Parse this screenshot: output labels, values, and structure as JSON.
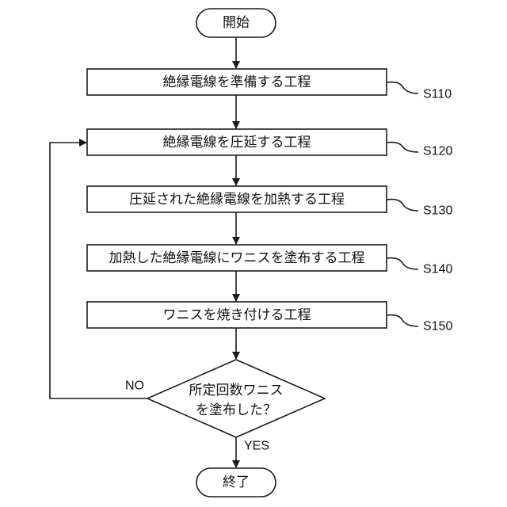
{
  "flowchart": {
    "start": "開始",
    "end": "終了",
    "steps": [
      {
        "label": "絶縁電線を準備する工程",
        "code": "S110"
      },
      {
        "label": "絶縁電線を圧延する工程",
        "code": "S120"
      },
      {
        "label": "圧延された絶縁電線を加熱する工程",
        "code": "S130"
      },
      {
        "label": "加熱した絶縁電線にワニスを塗布する工程",
        "code": "S140"
      },
      {
        "label": "ワニスを焼き付ける工程",
        "code": "S150"
      }
    ],
    "decision": {
      "line1": "所定回数ワニス",
      "line2": "を塗布した？",
      "no_label": "NO",
      "yes_label": "YES"
    }
  }
}
